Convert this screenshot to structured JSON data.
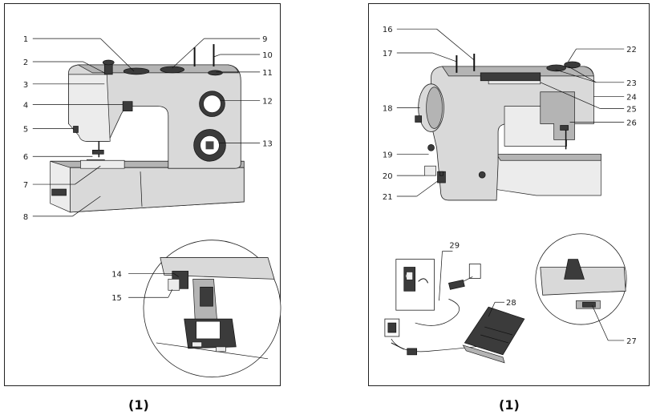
{
  "left_panel": {
    "callouts": [
      "1",
      "2",
      "3",
      "4",
      "5",
      "6",
      "7",
      "8",
      "9",
      "10",
      "11",
      "12",
      "13",
      "14",
      "15"
    ],
    "caption": "(1)"
  },
  "right_panel": {
    "callouts": [
      "16",
      "17",
      "18",
      "19",
      "20",
      "21",
      "22",
      "23",
      "24",
      "25",
      "26",
      "27",
      "28",
      "29"
    ],
    "caption": "(1)"
  }
}
